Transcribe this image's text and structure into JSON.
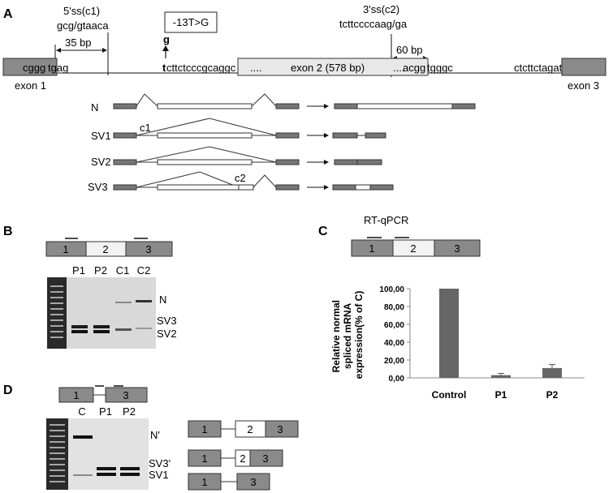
{
  "panels": {
    "a": "A",
    "b": "B",
    "c": "C",
    "d": "D"
  },
  "panelA": {
    "ss5": "5'ss(c1)",
    "ss5_seq": "gcg/gtaaca",
    "mutation": "-13T>G",
    "mut_base": "g",
    "ss3": "3'ss(c2)",
    "ss3_seq": "tcttccccaag/ga",
    "bp35": "35 bp",
    "bp60": "60 bp",
    "seq_exon1": "cggg",
    "seq_intron1a": "tgag",
    "seq_intron1b_t": "t",
    "seq_intron1b": "cttctcccgcaggc",
    "seq_dots1": "....",
    "exon2_label": "exon 2 (578 bp)",
    "seq_dots2": "....",
    "seq_exon2end": "acgg",
    "seq_intron2": "tgggc",
    "seq_intron2b": "ctcttctagat",
    "exon1": "exon 1",
    "exon3": "exon 3",
    "iso_N": "N",
    "iso_SV1": "SV1",
    "iso_SV2": "SV2",
    "iso_SV3": "SV3",
    "c1": "c1",
    "c2": "c2"
  },
  "panelB": {
    "exons": [
      "1",
      "2",
      "3"
    ],
    "lanes": [
      "P1",
      "P2",
      "C1",
      "C2"
    ],
    "bands": [
      "N",
      "SV3",
      "SV2"
    ]
  },
  "panelC": {
    "title": "RT-qPCR",
    "exons": [
      "1",
      "2",
      "3"
    ]
  },
  "panelD": {
    "exons": [
      "1",
      "3"
    ],
    "lanes": [
      "C",
      "P1",
      "P2"
    ],
    "bands": [
      "N'",
      "SV3'",
      "SV1"
    ],
    "diagrams": [
      [
        "1",
        "2",
        "3"
      ],
      [
        "1",
        "2",
        "3"
      ],
      [
        "1",
        "3"
      ]
    ]
  },
  "chart_data": {
    "type": "bar",
    "categories": [
      "Control",
      "P1",
      "P2"
    ],
    "values": [
      100,
      3,
      11
    ],
    "errors": [
      0,
      2,
      4
    ],
    "ylabel": "Relative normal spliced mRNA expression(% of C)",
    "ylabel_lines": [
      "Relative normal",
      "spliced mRNA",
      "expression(% of C)"
    ],
    "ylim": [
      0,
      100
    ],
    "yticks": [
      "0,00",
      "20,00",
      "40,00",
      "60,00",
      "80,00",
      "100,00"
    ],
    "color": "#666666"
  }
}
